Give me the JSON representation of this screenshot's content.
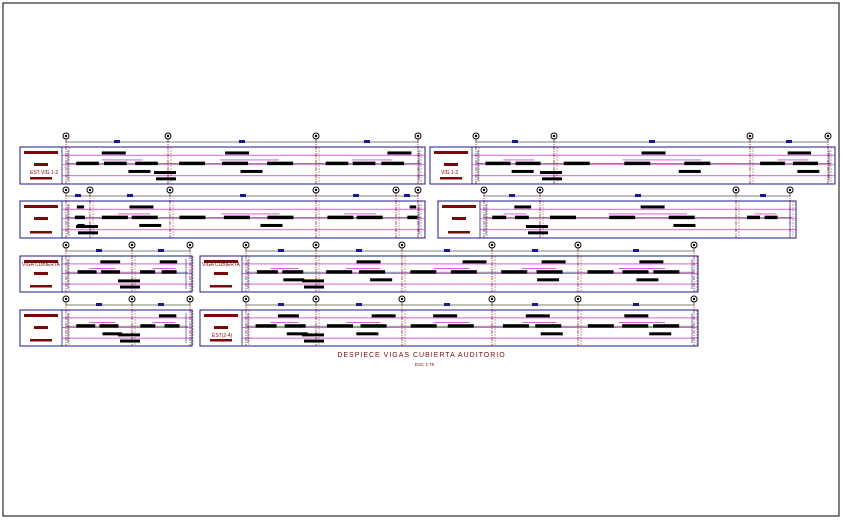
{
  "caption": {
    "title": "DESPIECE  VIGAS CUBIERTA AUDITORIO",
    "scale": "ESC 1:75"
  },
  "beam_labels": {
    "row1_left": "EST VIG 1-2",
    "row1_right": "VIG 1-2",
    "row3_left": "VIGA CUBIERTA",
    "row3_right": "VIGA CUBIERTA",
    "row4_right": "EST(2-4)"
  },
  "colors": {
    "frame": "#1a1a8c",
    "axis": "#7a0a0a",
    "rebar": "#000000",
    "stirrup": "#c000c0",
    "label_box": "#7a0a0a",
    "border": "#000000"
  }
}
